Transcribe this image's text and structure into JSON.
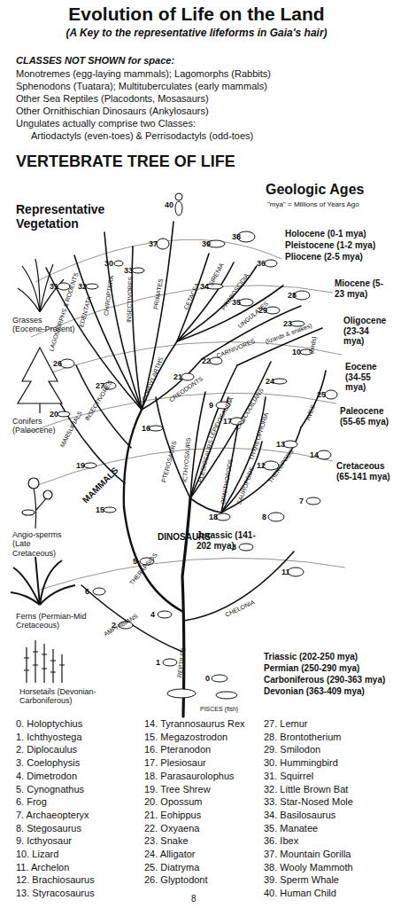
{
  "diagram": {
    "title": "Evolution of Life on the Land",
    "labels": [
      "(A Key to the representative lifeforms in Gaia's hair)",
      "CLASSES NOT SHOWN for space:",
      "Monotremes (egg-laying mammals); Lagomorphs (Rabbits)",
      "Sphenodons (Tuatara); Multituberculates (early mammals)",
      "Other Sea Reptiles (Placodonts, Mosasaurs)",
      "Other Ornithischian Dinosaurs (Ankylosaurs)",
      "Ungulates actually comprise two Classes:",
      "Artiodactyls (even-toes) & Perrisodactyls (odd-toes)",
      "VERTEBRATE TREE OF LIFE",
      "Geologic Ages",
      "\"mya\" = Millions of Years Ago",
      "Representative Vegetation",
      "Holocene (0-1 mya)",
      "Pleistocene (1-2 mya)",
      "Pliocene (2-5 mya)",
      "Miocene (5-23 mya)",
      "Oligocene (23-34 mya)",
      "Eocene (34-55 mya)",
      "Paleocene (55-65 mya)",
      "Cretaceous (65-141 mya)",
      "Jurassic (141-202 mya)",
      "Triassic (202-250 mya)",
      "Permian (250-290 mya)",
      "Carboniferous (290-363 mya)",
      "Devonian (363-409 mya)",
      "Grasses (Eocene-Present)",
      "Conifers (Paleocene)",
      "Angio-sperms (Late Cretaceous)",
      "Ferns (Permian-Mid Cretaceous)",
      "Horsetails (Devonian-Carboniferous)",
      "LAGOMORPHS & RODENTS",
      "EDENTATA",
      "CHIROPTERA",
      "INSECTIVORES",
      "PRIMATES",
      "CETACEA",
      "SIRENIA",
      "PROBOSCIDIA",
      "UNGULATES",
      "CARNIVORES",
      "(lizards & snakes)",
      "(birds)",
      "CONDYLARTHS",
      "CREODONTS",
      "LEPIDOSAURIA",
      "PTEROSAURS",
      "ICTHYOSAURS",
      "PLESIOSAURS",
      "CROCODILIANS",
      "THYREOPHORIA",
      "ORNITHOPODS",
      "SAUROPODS",
      "THEROPODS",
      "AVES",
      "CHELONIA",
      "DINOSAURS",
      "MAMMALS",
      "MARSUPIALS",
      "INSECTIVORES",
      "THERAPSIDS",
      "AMPHIBIANS",
      "REPTILES",
      "PISCES (fish)",
      "0",
      "1",
      "2",
      "3",
      "4",
      "5",
      "6",
      "7",
      "8",
      "9",
      "10",
      "11",
      "12",
      "13",
      "14",
      "15",
      "16",
      "17",
      "18",
      "19",
      "20",
      "21",
      "22",
      "23",
      "24",
      "25",
      "26",
      "27",
      "28",
      "29",
      "30",
      "31",
      "32",
      "33",
      "34",
      "35",
      "36",
      "37",
      "38",
      "39",
      "40",
      "0. Holoptychius",
      "1. Ichthyostega",
      "2. Diplocaulus",
      "3. Coelophysis",
      "4. Dimetrodon",
      "5. Cynognathus",
      "6. Frog",
      "7. Archaeopteryx",
      "8. Stegosaurus",
      "9. Icthyosaur",
      "10. Lizard",
      "11. Archelon",
      "12. Brachiosaurus",
      "13. Styracosaurus",
      "14. Tyrannosaurus Rex",
      "15. Megazostrodon",
      "16. Pteranodon",
      "17. Plesiosaur",
      "18. Parasaurolophus",
      "19. Tree Shrew",
      "20. Opossum",
      "21. Eohippus",
      "22. Oxyaena",
      "23. Snake",
      "24. Alligator",
      "25. Diatryma",
      "26. Glyptodont",
      "27. Lemur",
      "28. Brontotherium",
      "29. Smilodon",
      "30. Hummingbird",
      "31. Squirrel",
      "32. Little Brown Bat",
      "33. Star-Nosed Mole",
      "34. Basilosaurus",
      "35. Manatee",
      "36. Ibex",
      "37. Mountain Gorilla",
      "38. Wooly Mammoth",
      "39. Sperm Whale",
      "40. Human Child",
      "8"
    ]
  }
}
